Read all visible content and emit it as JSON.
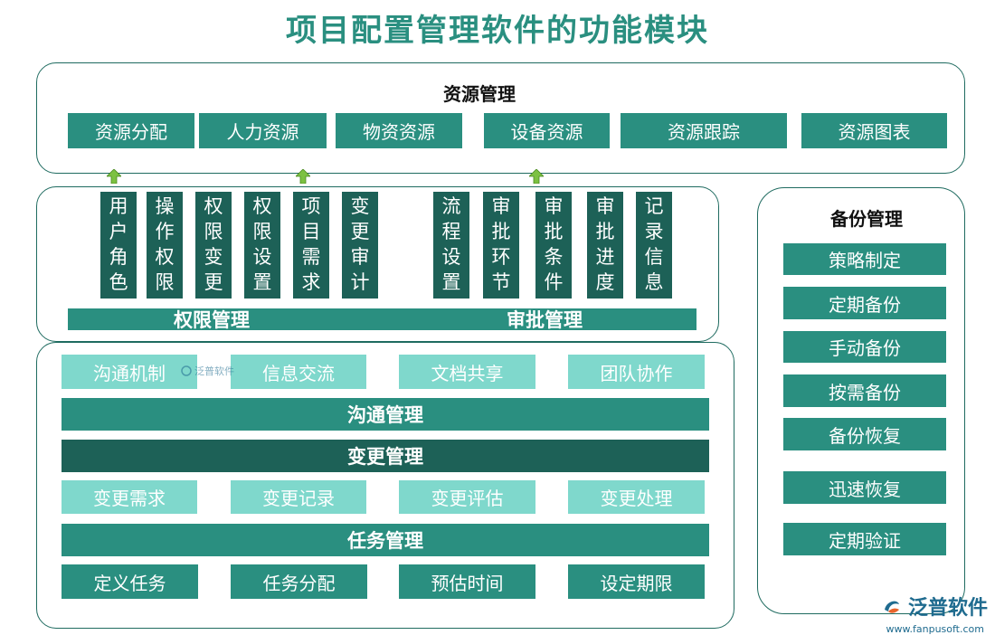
{
  "title": "项目配置管理软件的功能模块",
  "resource": {
    "title": "资源管理",
    "items": [
      "资源分配",
      "人力资源",
      "物资资源",
      "设备资源",
      "资源跟踪",
      "资源图表"
    ]
  },
  "permission": {
    "bar_label": "权限管理",
    "items": [
      "用户角色",
      "操作权限",
      "权限变更",
      "权限设置",
      "项目需求",
      "变更审计"
    ]
  },
  "approval": {
    "bar_label": "审批管理",
    "items": [
      "流程设置",
      "审批环节",
      "审批条件",
      "审批进度",
      "记录信息"
    ]
  },
  "communication": {
    "items": [
      "沟通机制",
      "信息交流",
      "文档共享",
      "团队协作"
    ],
    "bar_label": "沟通管理"
  },
  "change": {
    "bar_label": "变更管理",
    "items": [
      "变更需求",
      "变更记录",
      "变更评估",
      "变更处理"
    ]
  },
  "task": {
    "bar_label": "任务管理",
    "items": [
      "定义任务",
      "任务分配",
      "预估时间",
      "设定期限"
    ]
  },
  "backup": {
    "title": "备份管理",
    "items": [
      "策略制定",
      "定期备份",
      "手动备份",
      "按需备份",
      "备份恢复",
      "迅速恢复",
      "定期验证"
    ]
  },
  "logo": {
    "text": "泛普软件",
    "url": "www.fanpusoft.com",
    "watermark": "泛普软件"
  },
  "colors": {
    "teal": "#2a8f80",
    "dark_teal": "#1d6157",
    "light_teal": "#7fd8cc",
    "arrow_green": "#7cc142"
  }
}
